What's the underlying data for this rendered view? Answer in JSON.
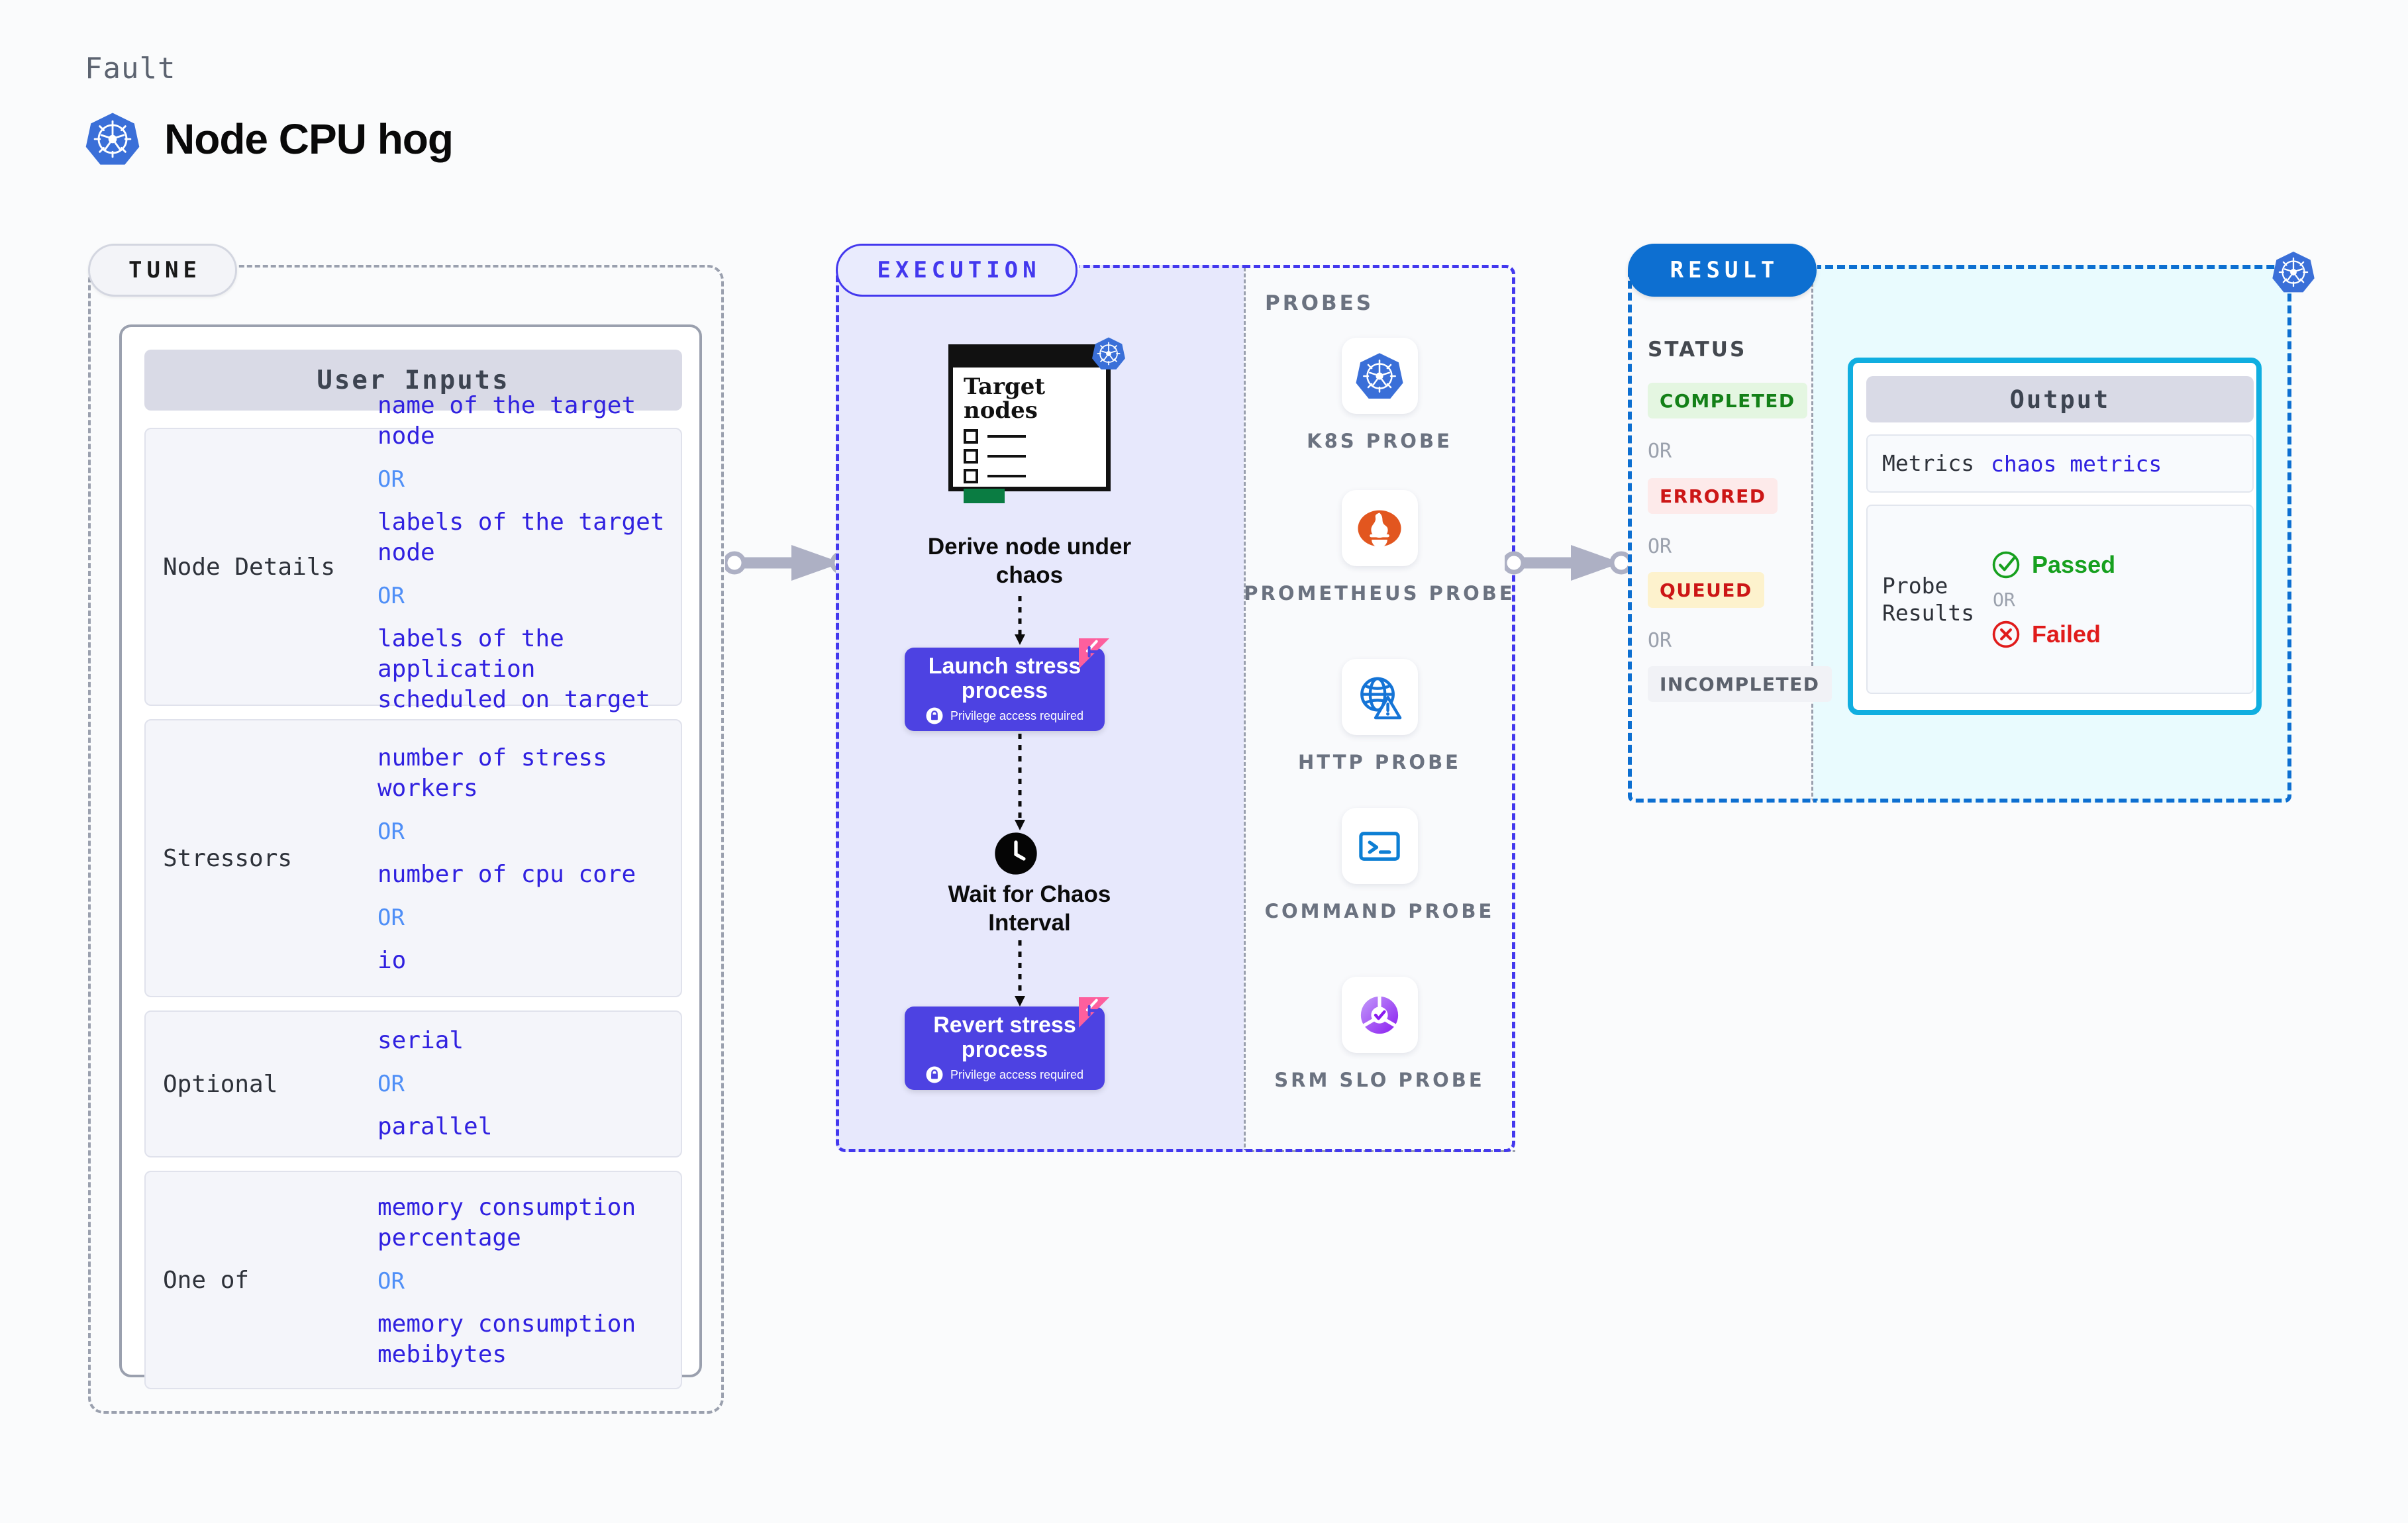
{
  "header": {
    "kicker": "Fault",
    "title": "Node CPU hog",
    "icon": "kubernetes-icon"
  },
  "tune": {
    "pill": "TUNE",
    "card_title": "User Inputs",
    "rows": [
      {
        "label": "Node Details",
        "values": [
          "name of the target node",
          "labels of the target node",
          "labels of the application\n scheduled on target node"
        ],
        "separator": "OR"
      },
      {
        "label": "Stressors",
        "values": [
          "number of stress workers",
          "number of cpu core",
          "io"
        ],
        "separator": "OR"
      },
      {
        "label": "Optional",
        "values": [
          "serial",
          "parallel"
        ],
        "separator": "OR"
      },
      {
        "label": "One of",
        "values": [
          "memory consumption percentage",
          "memory consumption mebibytes"
        ],
        "separator": "OR"
      }
    ]
  },
  "execution": {
    "pill": "EXECUTION",
    "target_card": {
      "title": "Target nodes",
      "icon": "kubernetes-icon"
    },
    "steps": [
      {
        "caption": "Derive node under chaos",
        "type": "icon-card"
      },
      {
        "title": "Launch stress process",
        "sub": "Privilege access required",
        "icon": "lock-icon",
        "badge": "litmus-icon",
        "type": "action"
      },
      {
        "caption": "Wait for Chaos Interval",
        "icon": "clock-icon",
        "type": "wait"
      },
      {
        "title": "Revert stress process",
        "sub": "Privilege access required",
        "icon": "lock-icon",
        "badge": "litmus-icon",
        "type": "action"
      }
    ]
  },
  "probes": {
    "label": "PROBES",
    "items": [
      {
        "name": "K8S PROBE",
        "icon": "kubernetes-icon"
      },
      {
        "name": "PROMETHEUS PROBE",
        "icon": "prometheus-icon"
      },
      {
        "name": "HTTP PROBE",
        "icon": "globe-warning-icon"
      },
      {
        "name": "COMMAND PROBE",
        "icon": "terminal-icon"
      },
      {
        "name": "SRM SLO PROBE",
        "icon": "slo-gauge-icon"
      }
    ]
  },
  "result": {
    "pill": "RESULT",
    "status_label": "STATUS",
    "separator": "OR",
    "statuses": [
      {
        "text": "COMPLETED",
        "color": "#138017",
        "bg": "#e4f6e1"
      },
      {
        "text": "ERRORED",
        "color": "#cc1616",
        "bg": "#fdeaea"
      },
      {
        "text": "QUEUED",
        "color": "#cc1616",
        "bg": "#fdf2cd"
      },
      {
        "text": "INCOMPLETED",
        "color": "#5b616c",
        "bg": "#f1f2f6"
      }
    ],
    "output": {
      "title": "Output",
      "metrics_label": "Metrics",
      "metrics_value": "chaos metrics",
      "probe_results_label": "Probe Results",
      "passed": "Passed",
      "failed": "Failed",
      "separator": "OR"
    },
    "icon": "kubernetes-icon"
  },
  "colors": {
    "accent_indigo": "#4338ee",
    "accent_blue": "#0d6fd1",
    "accent_cyan": "#10aee0",
    "value_text": "#3021e0",
    "or_text": "#4f8ff7",
    "step_box": "#4d42e2",
    "litmus_pink": "#fd5f9d",
    "k8s_blue": "#3a6fd8"
  }
}
